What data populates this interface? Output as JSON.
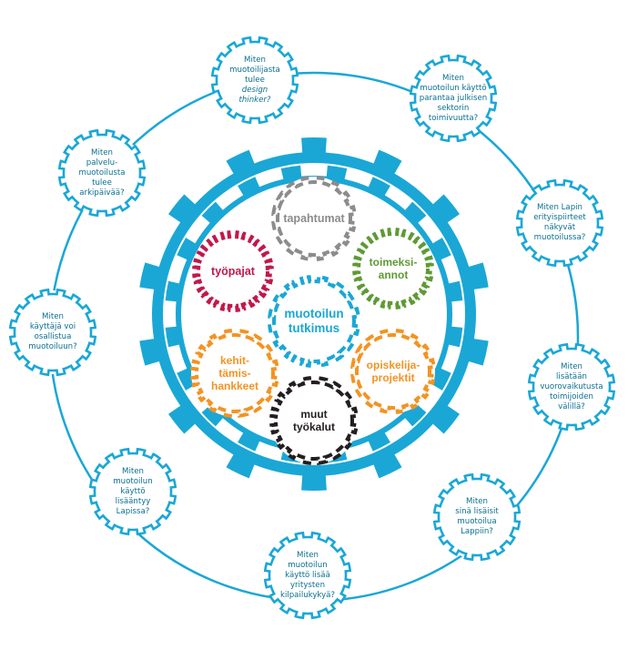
{
  "colors": {
    "blue": "#1aa7d6",
    "blue_text": "#0a6f8f",
    "gray": "#8c8c8c",
    "green": "#5f9a35",
    "red": "#c2184b",
    "orange": "#f39323",
    "black": "#231f20"
  },
  "center": {
    "label": "muotoilun\ntutkimus",
    "color": "#1aa7d6",
    "icon": "gear-icon"
  },
  "inner_gears": [
    {
      "id": "tapahtumat",
      "label": "tapahtumat",
      "color": "#8c8c8c",
      "icon": "gear-icon"
    },
    {
      "id": "toimeksiannot",
      "label": "toimeksi-\nannot",
      "color": "#5f9a35",
      "icon": "gear-icon"
    },
    {
      "id": "opiskelijaprojektit",
      "label": "opiskelija-\nprojektit",
      "color": "#f39323",
      "icon": "gear-icon"
    },
    {
      "id": "muut-tyokalut",
      "label": "muut\ntyökalut",
      "color": "#231f20",
      "icon": "gear-icon"
    },
    {
      "id": "kehittamishankkeet",
      "label": "kehit-\ntämis-\nhankkeet",
      "color": "#f39323",
      "icon": "gear-icon"
    },
    {
      "id": "tyopajat",
      "label": "työpajat",
      "color": "#c2184b",
      "icon": "gear-icon"
    }
  ],
  "outer_questions": [
    {
      "id": "design-thinker",
      "lines": [
        "Miten",
        "muotoilijasta",
        "tulee"
      ],
      "italic_lines": [
        "design",
        "thinker?"
      ]
    },
    {
      "id": "julkinen-sektori",
      "lines": [
        "Miten",
        "muotoilun käyttö",
        "parantaa julkisen",
        "sektorin",
        "toimivuutta?"
      ],
      "italic_lines": []
    },
    {
      "id": "lapin-erityispiirteet",
      "lines": [
        "Miten Lapin",
        "erityispiirteet",
        "näkyvät",
        "muotoilussa?"
      ],
      "italic_lines": []
    },
    {
      "id": "vuorovaikutus",
      "lines": [
        "Miten",
        "lisätään",
        "vuorovaikutusta",
        "toimijoiden",
        "välillä?"
      ],
      "italic_lines": []
    },
    {
      "id": "sina-lisaisit",
      "lines": [
        "Miten",
        "sinä lisäisit",
        "muotoilua",
        "Lappiin?"
      ],
      "italic_lines": []
    },
    {
      "id": "kilpailukyky",
      "lines": [
        "Miten",
        "muotoilun",
        "käyttö lisää",
        "yritysten",
        "kilpailukykyä?"
      ],
      "italic_lines": []
    },
    {
      "id": "lisaantyy-lapissa",
      "lines": [
        "Miten",
        "muotoilun",
        "käyttö",
        "lisääntyy",
        "Lapissa?"
      ],
      "italic_lines": []
    },
    {
      "id": "kayttaja-osallistuu",
      "lines": [
        "Miten",
        "käyttäjä voi",
        "osallistua",
        "muotoiluun?"
      ],
      "italic_lines": []
    },
    {
      "id": "palvelumuotoilu",
      "lines": [
        "Miten",
        "palvelu-",
        "muotoilusta",
        "tulee",
        "arkipäivää?"
      ],
      "italic_lines": []
    }
  ]
}
